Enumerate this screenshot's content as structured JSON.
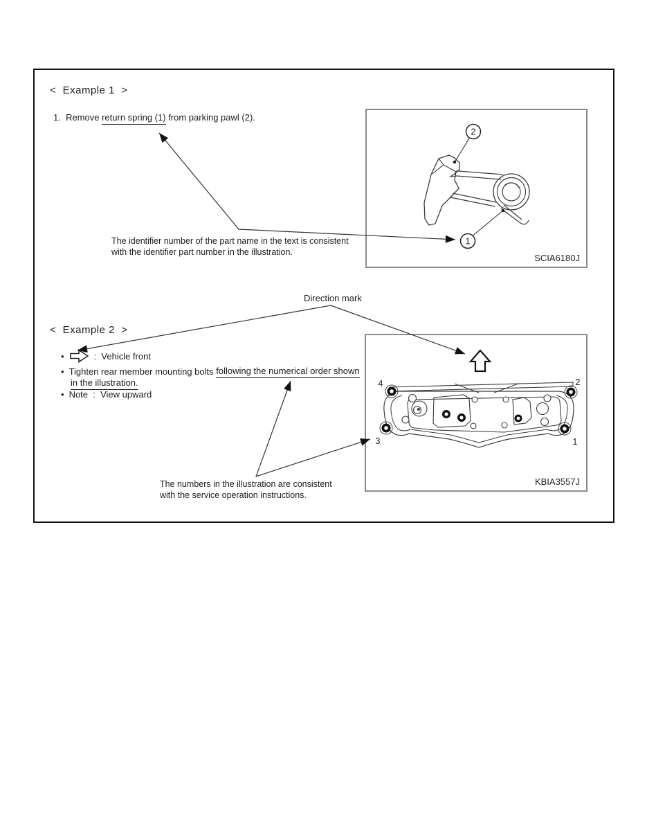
{
  "example1": {
    "heading": "<  Example 1  >",
    "step_prefix": "1.  Remove ",
    "step_underline": "return spring (1)",
    "step_suffix": " from parking pawl (2).",
    "callout_spring": "1",
    "callout_pawl": "2",
    "figure_code": "SCIA6180J",
    "caption_line1": "The identifier number of the part name in the text is consistent",
    "caption_line2": "with the identifier part number in the illustration."
  },
  "direction_mark": {
    "label": "Direction mark"
  },
  "example2": {
    "heading": "<  Example 2  >",
    "bullet_char": "•",
    "vehicle_front_label": ":  Vehicle front",
    "bolts_prefix": "Tighten rear member mounting bolts ",
    "bolts_underline1": "following the numerical order shown",
    "bolts_underline2": "in the illustration.",
    "note_label": "Note  :  View upward",
    "figure_code": "KBIA3557J",
    "bolt_numbers": {
      "top_left": "4",
      "top_right": "2",
      "bottom_left": "3",
      "bottom_right": "1"
    },
    "caption_line1": "The numbers in the illustration are consistent",
    "caption_line2": "with the service operation instructions."
  }
}
